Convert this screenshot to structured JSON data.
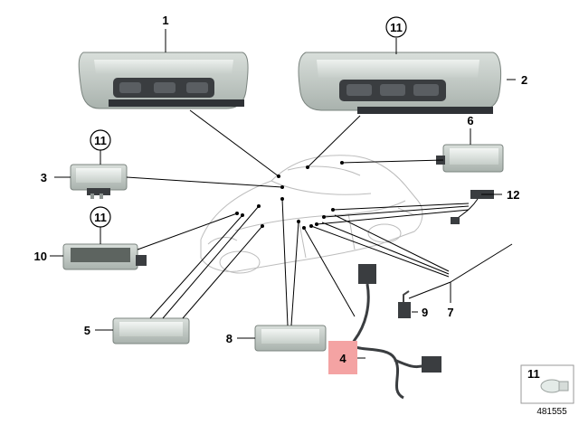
{
  "diagram": {
    "reference_number": "481555",
    "callouts": {
      "c1": "1",
      "c2": "2",
      "c3": "3",
      "c4": "4",
      "c5": "5",
      "c6": "6",
      "c7": "7",
      "c8": "8",
      "c9": "9",
      "c10": "10",
      "c12": "12",
      "r11_top": "11",
      "r11_left_a": "11",
      "r11_left_b": "11",
      "r11_box": "11"
    },
    "colors": {
      "highlight": "#f4a3a3",
      "part_body": "#c9d0cc",
      "part_dark": "#3a3d40",
      "lens": "#e4eae6"
    }
  }
}
